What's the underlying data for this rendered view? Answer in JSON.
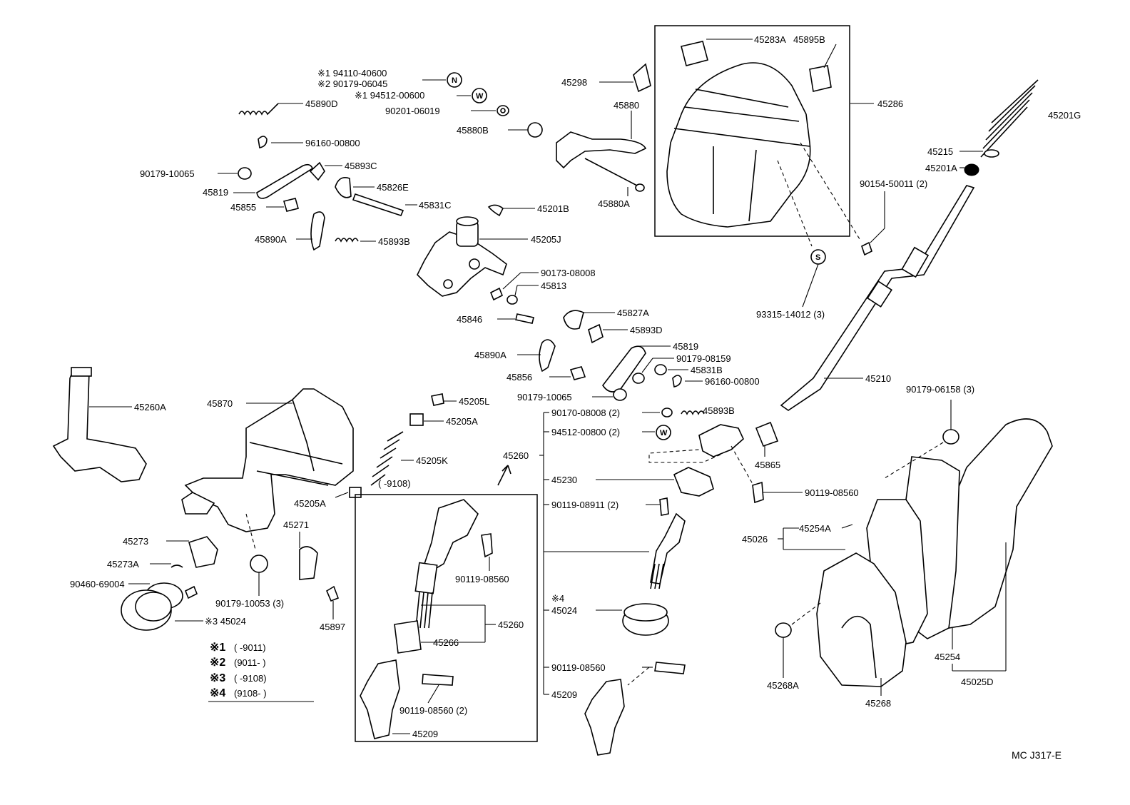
{
  "labels": {
    "l45283a": "45283A",
    "l45895b": "45895B",
    "l45286": "45286",
    "l45298": "45298",
    "l45880": "45880",
    "l45880b": "45880B",
    "l45880a": "45880A",
    "n1": "※1 94110-40600",
    "n2": "※2 90179-06045",
    "n3": "※1 94512-00600",
    "l90201": "90201-06019",
    "l45890d": "45890D",
    "l96160a": "96160-00800",
    "l90179_10065a": "90179-10065",
    "l45893c": "45893C",
    "l45819a": "45819",
    "l45826e": "45826E",
    "l45855": "45855",
    "l45831c": "45831C",
    "l45201b": "45201B",
    "l45890a1": "45890A",
    "l45893b1": "45893B",
    "l45205j": "45205J",
    "l90173": "90173-08008",
    "l45813": "45813",
    "l45846": "45846",
    "l45827a": "45827A",
    "l45893d": "45893D",
    "l45890a2": "45890A",
    "l45819b": "45819",
    "l90179_08159": "90179-08159",
    "l45856": "45856",
    "l45831b": "45831B",
    "l96160b": "96160-00800",
    "l90179_10065b": "90179-10065",
    "l45201g": "45201G",
    "l45215": "45215",
    "l45201a": "45201A",
    "l90154": "90154-50011 (2)",
    "l93315": "93315-14012 (3)",
    "l45210": "45210",
    "l90179_06158": "90179-06158 (3)",
    "l45260a": "45260A",
    "l45870": "45870",
    "l45205l": "45205L",
    "l45205a1": "45205A",
    "l45205k": "45205K",
    "l9108": "(     -9108)",
    "l45205a2": "45205A",
    "l45260top": "45260",
    "l90170": "90170-08008 (2)",
    "l45893b2": "45893B",
    "l94512": "94512-00800 (2)",
    "l45865": "45865",
    "l45230": "45230",
    "l90119_08560a": "90119-08560",
    "l90119_08911": "90119-08911 (2)",
    "l45026": "45026",
    "l45254a": "45254A",
    "l45273": "45273",
    "l45271": "45271",
    "l45273a": "45273A",
    "l90460": "90460-69004",
    "l90179_10053": "90179-10053 (3)",
    "l45024a": "※3 45024",
    "l45897": "45897",
    "l90119_08560b": "90119-08560",
    "l45260mid": "45260",
    "l45266": "45266",
    "l90119_08560c": "90119-08560 (2)",
    "l45209a": "45209",
    "l45024b_star": "※4",
    "l45024b": "45024",
    "l90119_08560d": "90119-08560",
    "l45209b": "45209",
    "l45254": "45254",
    "l45268a": "45268A",
    "l45268": "45268",
    "l45025d": "45025D",
    "code": "MC J317-E"
  },
  "legend": [
    {
      "key": "※1",
      "range": "(        -9011)"
    },
    {
      "key": "※2",
      "range": "(9011-        )"
    },
    {
      "key": "※3",
      "range": "(        -9108)"
    },
    {
      "key": "※4",
      "range": "(9108-        )"
    }
  ],
  "symbols": {
    "n": "N",
    "w1": "W",
    "s": "S",
    "w2": "W"
  }
}
